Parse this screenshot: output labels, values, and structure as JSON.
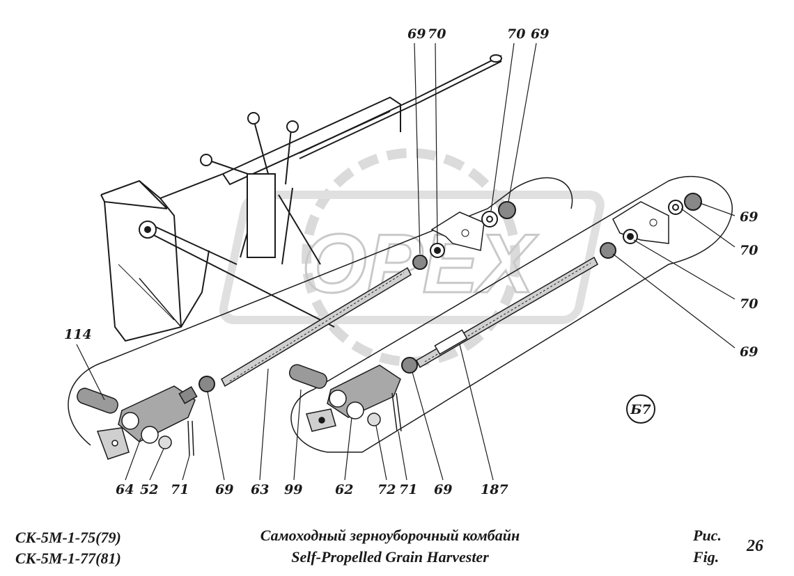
{
  "callouts": {
    "c69_top_a": "69",
    "c70_top_a": "70",
    "c70_top_b": "70",
    "c69_top_b": "69",
    "c69_right_a": "69",
    "c70_right_a": "70",
    "c70_right_b": "70",
    "c69_right_b": "69",
    "c114": "114",
    "c64": "64",
    "c52": "52",
    "c71_a": "71",
    "c69_bottom_a": "69",
    "c63": "63",
    "c99": "99",
    "c62": "62",
    "c72": "72",
    "c71_b": "71",
    "c69_bottom_b": "69",
    "c187": "187"
  },
  "zone_label": "Б7",
  "watermark": "OPEX",
  "footer": {
    "model_line1": "СК-5М-1-75(79)",
    "model_line2": "СК-5М-1-77(81)",
    "title_ru": "Самоходный зерноуборочный комбайн",
    "title_en": "Self-Propelled Grain Harvester",
    "fig_ru": "Рис.",
    "fig_en": "Fig.",
    "fig_number": "26"
  },
  "colors": {
    "ink": "#1a1a1a",
    "watermark": "#bfbfbf",
    "paper": "#ffffff"
  }
}
